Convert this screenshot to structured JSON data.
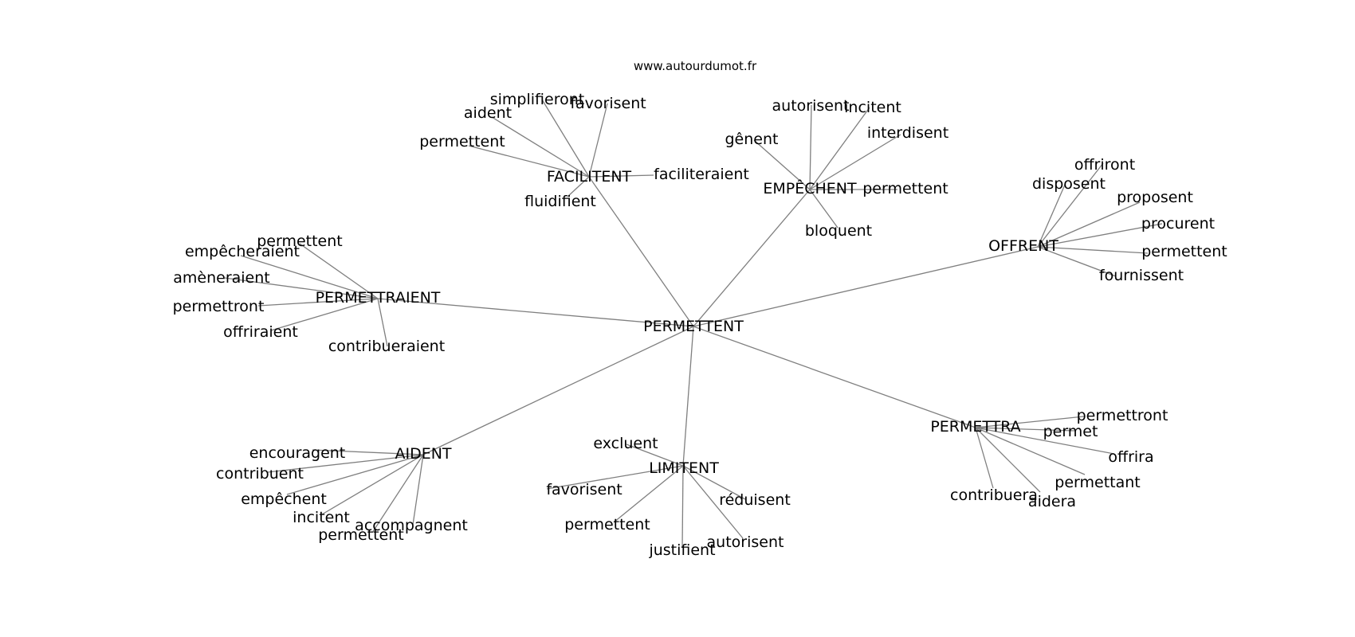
{
  "source_label": "www.autourdumot.fr",
  "root": "PERMETTENT",
  "clusters": [
    {
      "label": "FACILITENT",
      "words": [
        "simplifieront",
        "favorisent",
        "aident",
        "permettent",
        "faciliteraient",
        "fluidifient"
      ]
    },
    {
      "label": "EMPÊCHENT",
      "words": [
        "autorisent",
        "incitent",
        "gênent",
        "interdisent",
        "permettent",
        "bloquent"
      ]
    },
    {
      "label": "OFFRENT",
      "words": [
        "offriront",
        "disposent",
        "proposent",
        "procurent",
        "permettent",
        "fournissent"
      ]
    },
    {
      "label": "PERMETTRAIENT",
      "words": [
        "permettent",
        "empêcheraient",
        "amèneraient",
        "permettront",
        "offriraient",
        "contribueraient"
      ]
    },
    {
      "label": "AIDENT",
      "words": [
        "encouragent",
        "contribuent",
        "empêchent",
        "incitent",
        "permettent",
        "accompagnent"
      ]
    },
    {
      "label": "LIMITENT",
      "words": [
        "excluent",
        "favorisent",
        "réduisent",
        "permettent",
        "autorisent",
        "justifient"
      ]
    },
    {
      "label": "PERMETTRA",
      "words": [
        "permettront",
        "permet",
        "offrira",
        "permettant",
        "contribuera",
        "aidera"
      ]
    }
  ],
  "colors": {
    "edge": "#7f7f7f",
    "text": "#000000",
    "background": "#ffffff"
  }
}
